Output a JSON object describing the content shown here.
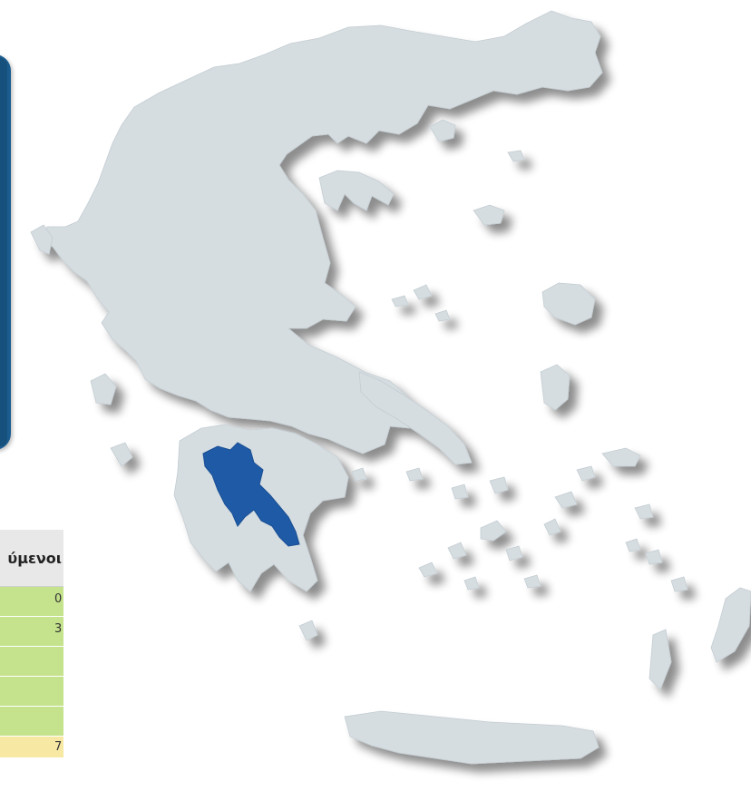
{
  "map": {
    "land_color": "#d5dde1",
    "shadow_color": "#9aa3a8",
    "highlight_color": "#1f5aa6",
    "highlighted_region": "Arkadia"
  },
  "side_panel": {
    "color": "#1b5c8f"
  },
  "table": {
    "header_label": "ύμενοι",
    "rows": [
      {
        "status": "green",
        "value": "0"
      },
      {
        "status": "green",
        "value": "3"
      },
      {
        "status": "green",
        "value": ""
      },
      {
        "status": "green",
        "value": ""
      },
      {
        "status": "green",
        "value": ""
      },
      {
        "status": "yellow",
        "value": "7"
      }
    ],
    "colors": {
      "green": "#c4e38c",
      "yellow": "#f7e8a3",
      "header": "#e8e8e8"
    }
  }
}
